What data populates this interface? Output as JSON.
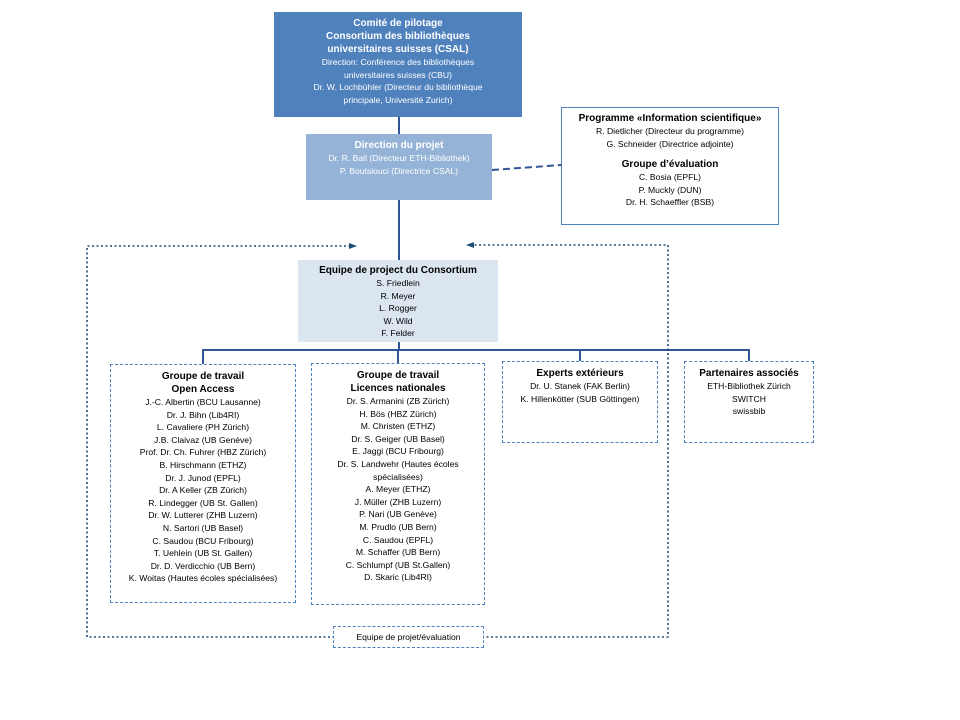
{
  "pilot": {
    "lines": [
      "Comité de pilotage",
      "Consortium  des bibliothèques",
      "universitaires suisses (CSAL)"
    ],
    "details": [
      "Direction: Conférence des bibliothèques",
      "universitaires suisses (CBU)",
      "Dr. W. Lochbühler (Directeur du bibliothèque",
      "principale, Université Zurich)"
    ]
  },
  "direction_projet": {
    "title": "Direction du projet",
    "members": [
      "Dr. R. Ball (Directeur ETH-Bibliothek)",
      "P. Boutsiouci (Directrice CSAL)"
    ]
  },
  "programme": {
    "title": "Programme «Information  scientifique»",
    "members": [
      "R. Dietlicher (Directeur du programme)",
      "G. Schneider (Directrice adjointe)"
    ],
    "eval_title": "Groupe d’évaluation",
    "eval_members": [
      "C. Bosia (EPFL)",
      "P. Muckly (DUN)",
      "Dr. H. Schaeffler (BSB)"
    ]
  },
  "equipe": {
    "title": "Equipe de project du Consortium",
    "members": [
      "S. Friedlein",
      "R. Meyer",
      "L. Rogger",
      "W. Wild",
      "F. Felder"
    ]
  },
  "groupe_oa": {
    "title1": "Groupe de travail",
    "title2": "Open Access",
    "members": [
      "J.-C. Albertin (BCU Lausanne)",
      "Dr. J. Bihn (Lib4RI)",
      "L. Cavaliere (PH Zürich)",
      "J.B. Claivaz (UB Genève)",
      "Prof. Dr. Ch. Fuhrer (HBZ Zürich)",
      "B. Hirschmann (ETHZ)",
      "Dr. J. Junod (EPFL)",
      "Dr. A Keller (ZB Zürich)",
      "R. Lindegger (UB St. Gallen)",
      "Dr. W. Lutterer (ZHB Luzern)",
      "N. Sartori (UB Basel)",
      "C. Saudou (BCU Fribourg)",
      "T. Uehlein (UB St. Gallen)",
      "Dr. D. Verdicchio (UB Bern)",
      "K. Woitas (Hautes écoles spécialisées)"
    ]
  },
  "groupe_ln": {
    "title1": "Groupe de travail",
    "title2": "Licences nationales",
    "members": [
      "Dr. S. Armanini (ZB Zürich)",
      "H. Bös (HBZ Zürich)",
      "M. Christen (ETHZ)",
      "Dr. S. Geiger (UB Basel)",
      "E. Jaggi (BCU Fribourg)",
      "Dr. S. Landwehr (Hautes écoles",
      "spécialisées)",
      "A. Meyer (ETHZ)",
      "J. Müller (ZHB Luzern)",
      "P. Nari (UB Genève)",
      "M. Prudlo (UB Bern)",
      "C. Saudou (EPFL)",
      "M. Schaffer (UB Bern)",
      "C. Schlumpf (UB St.Gallen)",
      "D. Skaric (Lib4RI)"
    ]
  },
  "experts": {
    "title": "Experts extérieurs",
    "members": [
      "Dr. U. Stanek (FAK Berlin)",
      "K. Hillenkötter (SUB Göttingen)"
    ]
  },
  "partners": {
    "title": "Partenaires associés",
    "members": [
      "ETH-Bibliothek Zürich",
      "SWITCH",
      "swissbib"
    ]
  },
  "eval_label": "Equipe de projet/évaluation",
  "colors": {
    "dark_blue": "#4f81bd",
    "mid_blue": "#95b3d7",
    "light_blue": "#dce6f1",
    "line": "#2f5597",
    "dotted": "#1f4e79"
  }
}
